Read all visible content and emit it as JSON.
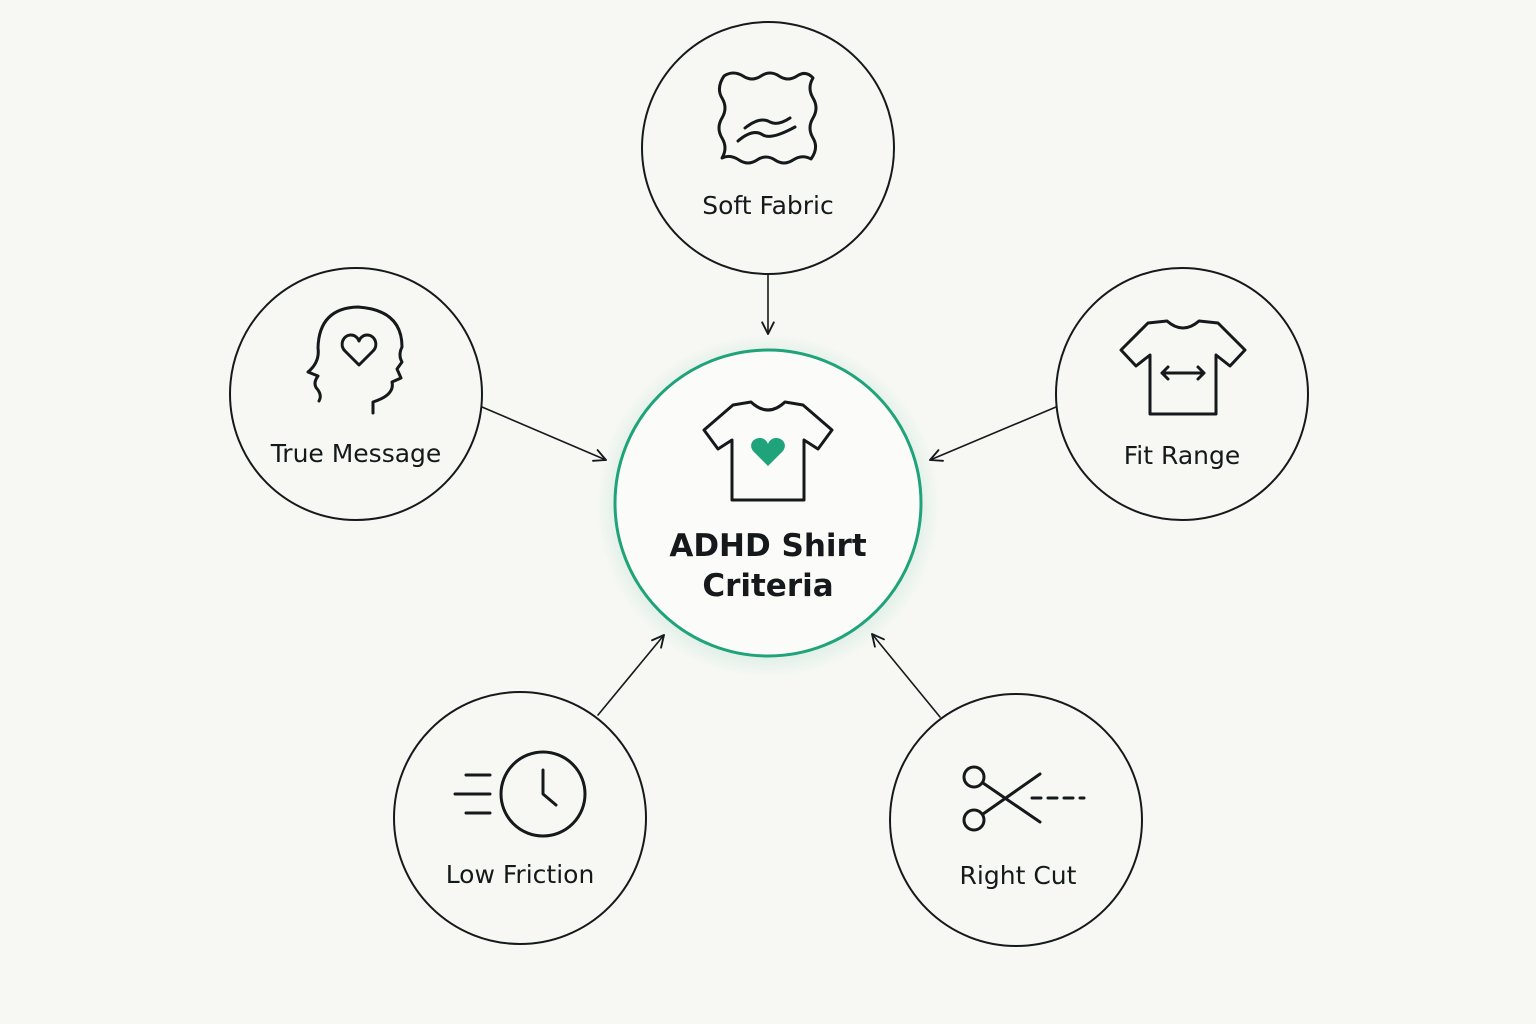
{
  "colors": {
    "background": "#f7f8f4",
    "accent": "#1fa37a",
    "line": "#16191c"
  },
  "center": {
    "title_line1": "ADHD Shirt",
    "title_line2": "Criteria",
    "icon": "tshirt-heart-icon"
  },
  "nodes": {
    "soft_fabric": {
      "label": "Soft Fabric",
      "icon": "fabric-swatch-icon"
    },
    "true_message": {
      "label": "True Message",
      "icon": "head-heart-icon"
    },
    "fit_range": {
      "label": "Fit Range",
      "icon": "tshirt-width-icon"
    },
    "low_friction": {
      "label": "Low Friction",
      "icon": "fast-clock-icon"
    },
    "right_cut": {
      "label": "Right Cut",
      "icon": "scissors-cut-icon"
    }
  }
}
